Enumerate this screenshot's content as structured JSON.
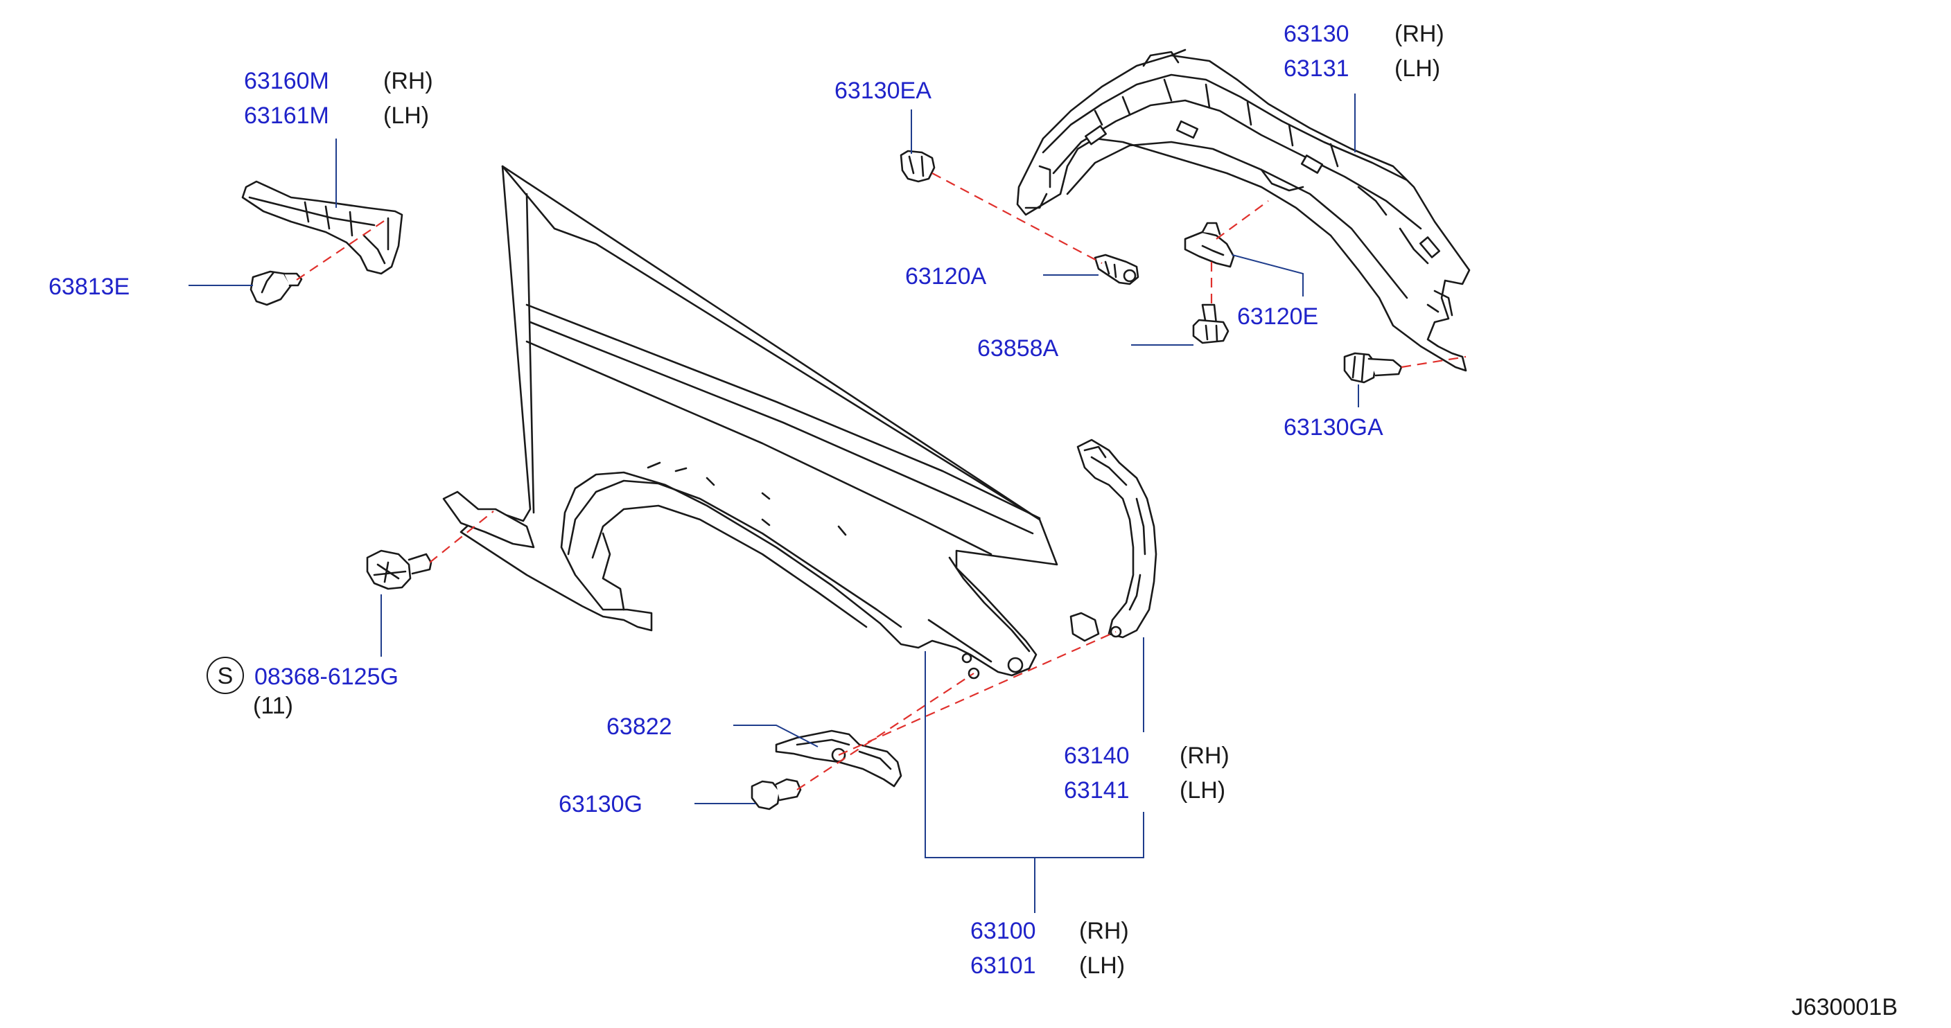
{
  "labels": {
    "p63160m": "63160M",
    "p63161m": "63161M",
    "p63813e": "63813E",
    "p63130ea": "63130EA",
    "p63130": "63130",
    "p63131": "63131",
    "p63120a": "63120A",
    "p63120e": "63120E",
    "p63858a": "63858A",
    "p63130ga": "63130GA",
    "p08368": "08368-6125G",
    "qty": "(11)",
    "s_symbol": "S",
    "p63822": "63822",
    "p63130g": "63130G",
    "p63140": "63140",
    "p63141": "63141",
    "p63100": "63100",
    "p63101": "63101"
  },
  "sides": {
    "rh": "(RH)",
    "lh": "(LH)"
  },
  "diagram_code": "J630001B",
  "colors": {
    "part_number": "#1f23c9",
    "text": "#1a1a1a",
    "dashed_line": "#e0302c",
    "leader": "#1f3d8c"
  }
}
